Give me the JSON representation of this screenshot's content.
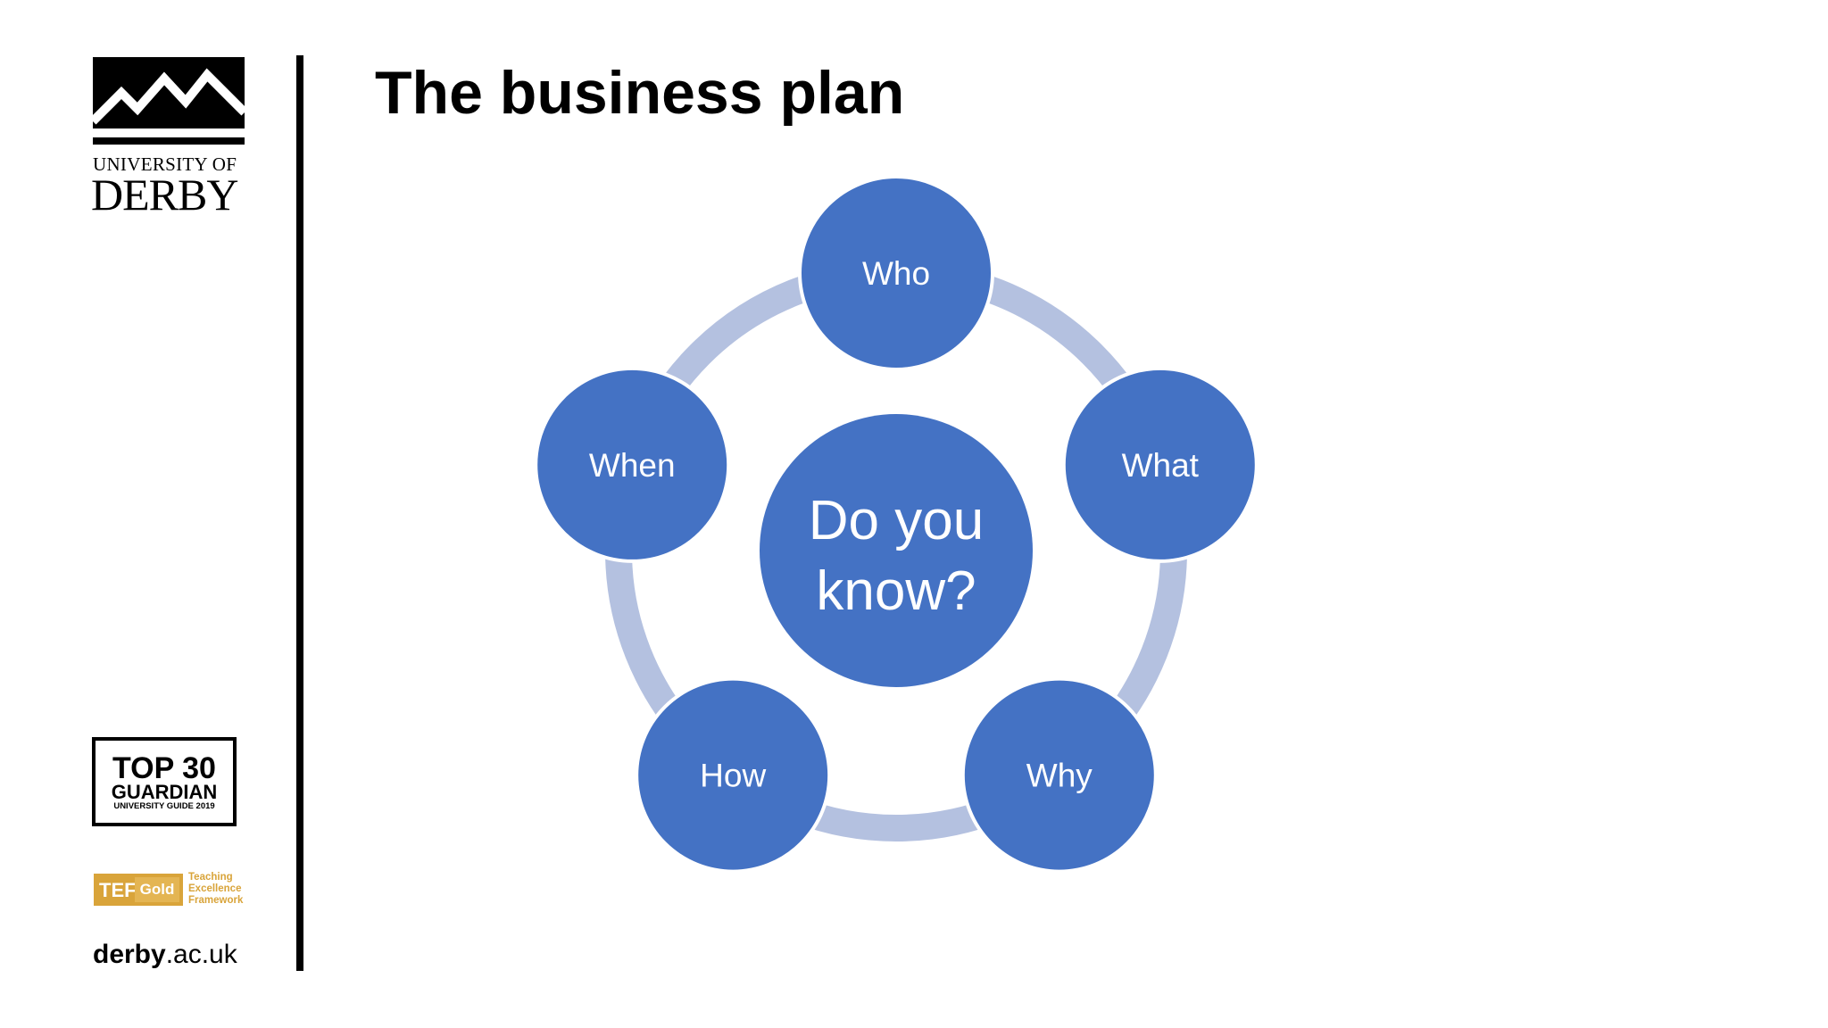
{
  "branding": {
    "university_of": "UNIVERSITY OF",
    "university_name": "DERBY",
    "guardian_badge": {
      "line1": "TOP 30",
      "line2": "GUARDIAN",
      "line3": "UNIVERSITY GUIDE 2019"
    },
    "tef_badge": {
      "tef": "TEF",
      "gold": "Gold",
      "caption_line1": "Teaching",
      "caption_line2": "Excellence",
      "caption_line3": "Framework"
    },
    "website_bold": "derby",
    "website_rest": ".ac.uk"
  },
  "slide": {
    "title": "The business plan"
  },
  "diagram": {
    "center_line1": "Do you",
    "center_line2": "know?",
    "nodes": [
      "Who",
      "What",
      "Why",
      "How",
      "When"
    ],
    "colors": {
      "node_fill": "#4472c4",
      "node_border": "#ffffff",
      "ring": "#b4c1e0",
      "text": "#ffffff"
    }
  }
}
